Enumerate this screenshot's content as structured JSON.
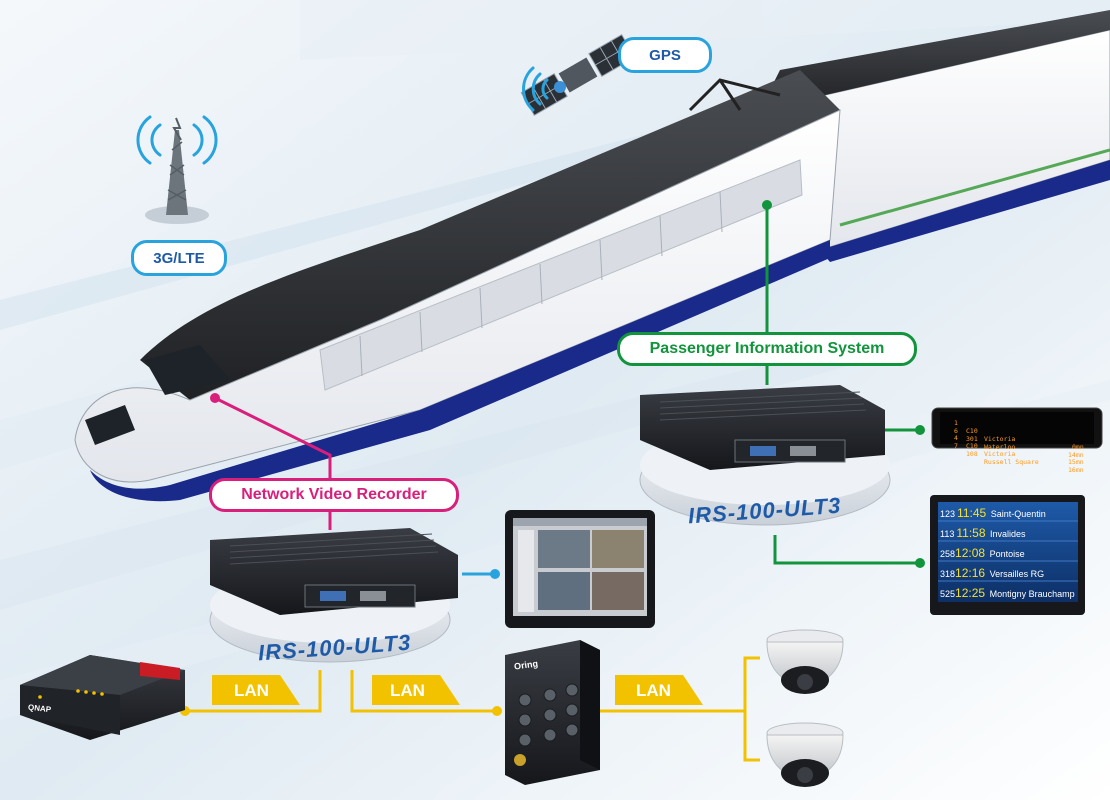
{
  "labels": {
    "gps": "GPS",
    "lte": "3G/LTE",
    "pis": "Passenger Information System",
    "nvr": "Network Video Recorder"
  },
  "devices": {
    "model_nvr": "IRS-100-ULT3",
    "model_pis": "IRS-100-ULT3",
    "nas_brand": "QNAP",
    "switch_brand": "Oring"
  },
  "links": {
    "lan_1": "LAN",
    "lan_2": "LAN",
    "lan_3": "LAN"
  },
  "led_display": [
    {
      "num": "1",
      "code": "C10",
      "dest": "Victoria",
      "time": "0mn"
    },
    {
      "num": "6",
      "code": "301",
      "dest": "Waterloo",
      "time": "14mn"
    },
    {
      "num": "4",
      "code": "C10",
      "dest": "Victoria",
      "time": "15mn"
    },
    {
      "num": "7",
      "code": "108",
      "dest": "Russell Square",
      "time": "16mn"
    }
  ],
  "schedule_display": [
    {
      "num": "123",
      "time": "11:45",
      "dest": "Saint-Quentin"
    },
    {
      "num": "113",
      "time": "11:58",
      "dest": "Invalides"
    },
    {
      "num": "258",
      "time": "12:08",
      "dest": "Pontoise"
    },
    {
      "num": "318",
      "time": "12:16",
      "dest": "Versailles RG"
    },
    {
      "num": "525",
      "time": "12:25",
      "dest": "Montigny Brauchamp"
    }
  ],
  "colors": {
    "blue_accent": "#29a3dd",
    "green_accent": "#12943c",
    "magenta_accent": "#d81f7c",
    "lan_yellow": "#f2c200",
    "model_text": "#1e5aa8"
  }
}
